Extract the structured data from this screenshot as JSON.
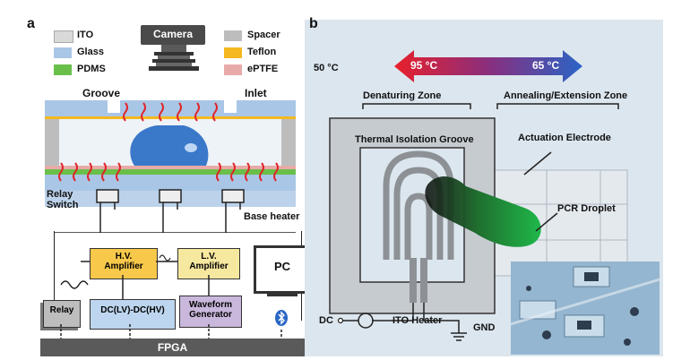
{
  "panel_a": {
    "letter": "a",
    "legend": [
      {
        "label": "ITO",
        "color": "#d9d9d9"
      },
      {
        "label": "Glass",
        "color": "#a9c6e6"
      },
      {
        "label": "PDMS",
        "color": "#6abf4b"
      },
      {
        "label": "Spacer",
        "color": "#bdbdbd"
      },
      {
        "label": "Teflon",
        "color": "#f5b820"
      },
      {
        "label": "ePTFE",
        "color": "#e8aaa8"
      }
    ],
    "camera": "Camera",
    "groove": "Groove",
    "inlet": "Inlet",
    "relay_switch": "Relay\nSwitch",
    "base_heater": "Base heater",
    "hv_amplifier": "H.V.\nAmplifier",
    "lv_amplifier": "L.V.\nAmplifier",
    "pc": "PC",
    "relay": "Relay",
    "dc_dc": "DC(LV)-DC(HV)",
    "waveform": "Waveform\nGenerator",
    "fpga": "FPGA"
  },
  "panel_b": {
    "letter": "b",
    "ambient": "50 °C",
    "temp_hot": "95 °C",
    "temp_cold": "65 °C",
    "denaturing": "Denaturing Zone",
    "annealing": "Annealing/Extension Zone",
    "groove": "Thermal Isolation Groove",
    "electrode": "Actuation Electrode",
    "droplet": "PCR Droplet",
    "dc": "DC",
    "ito_heater": "ITO Heater",
    "gnd": "GND"
  }
}
